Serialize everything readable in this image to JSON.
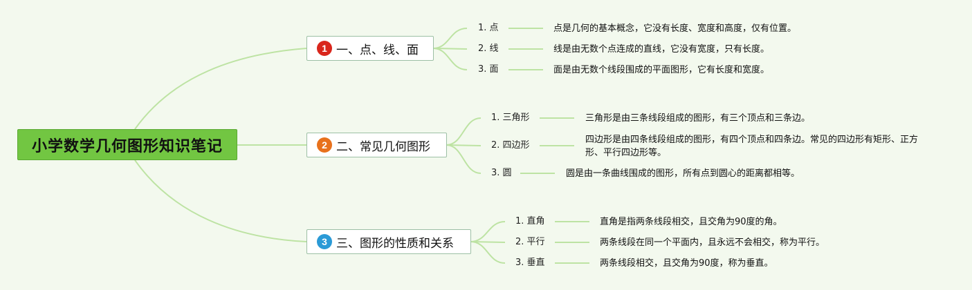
{
  "root": {
    "title": "小学数学几何图形知识笔记"
  },
  "colors": {
    "link": "#bde3a3",
    "root_bg": "#72c642",
    "badge1": "#d9261c",
    "badge2": "#e8711c",
    "badge3": "#2b9ad6"
  },
  "topics": [
    {
      "badge": "1",
      "label": "一、点、线、面",
      "items": [
        {
          "label": "1. 点",
          "desc": "点是几何的基本概念，它没有长度、宽度和高度，仅有位置。"
        },
        {
          "label": "2. 线",
          "desc": "线是由无数个点连成的直线，它没有宽度，只有长度。"
        },
        {
          "label": "3. 面",
          "desc": "面是由无数个线段围成的平面图形，它有长度和宽度。"
        }
      ]
    },
    {
      "badge": "2",
      "label": "二、常见几何图形",
      "items": [
        {
          "label": "1. 三角形",
          "desc": "三角形是由三条线段组成的图形，有三个顶点和三条边。"
        },
        {
          "label": "2. 四边形",
          "desc": "四边形是由四条线段组成的图形，有四个顶点和四条边。常见的四边形有矩形、正方形、平行四边形等。"
        },
        {
          "label": "3. 圆",
          "desc": "圆是由一条曲线围成的图形，所有点到圆心的距离都相等。"
        }
      ]
    },
    {
      "badge": "3",
      "label": "三、图形的性质和关系",
      "items": [
        {
          "label": "1. 直角",
          "desc": "直角是指两条线段相交，且交角为90度的角。"
        },
        {
          "label": "2. 平行",
          "desc": "两条线段在同一个平面内，且永远不会相交，称为平行。"
        },
        {
          "label": "3. 垂直",
          "desc": "两条线段相交，且交角为90度，称为垂直。"
        }
      ]
    }
  ]
}
